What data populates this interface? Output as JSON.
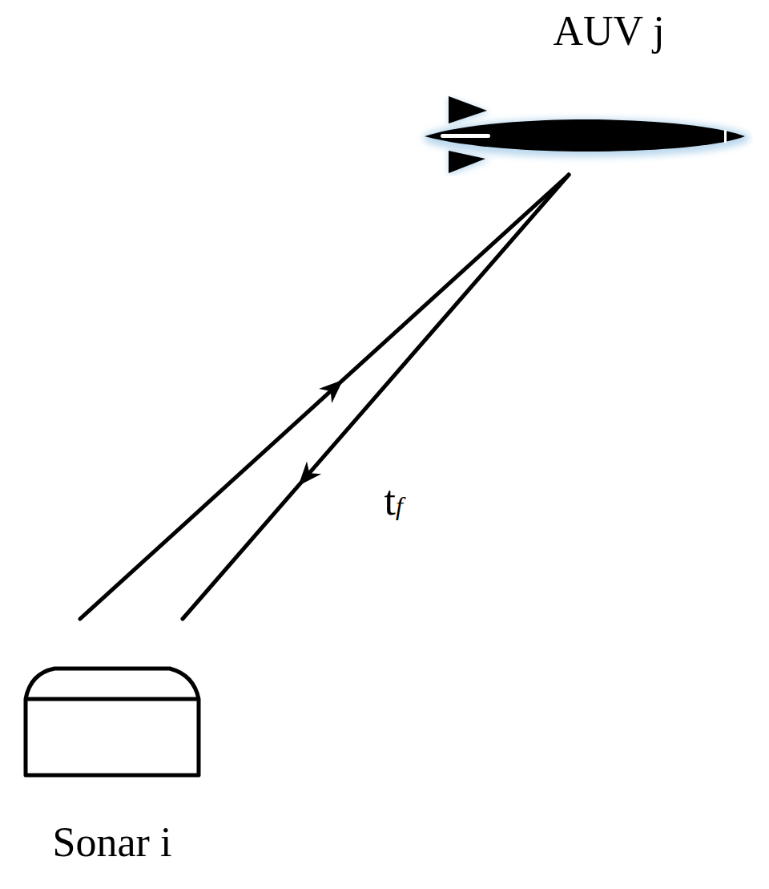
{
  "diagram": {
    "nodes": [
      {
        "text": [
          "AUV j"
        ]
      },
      {
        "text": [
          "Sonar i"
        ]
      }
    ],
    "edges": [
      {
        "from": 1,
        "to": 0,
        "arrow": "to"
      },
      {
        "from": 0,
        "to": 1,
        "arrow": "to",
        "label": "tf"
      }
    ]
  }
}
